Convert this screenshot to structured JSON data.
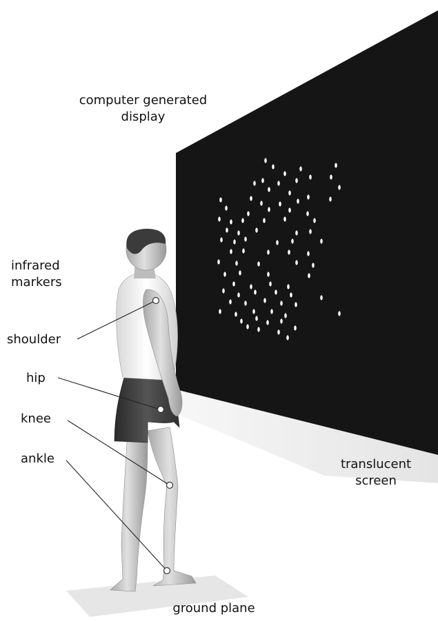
{
  "labels": {
    "display_line1": "computer generated",
    "display_line2": "display",
    "markers_line1": "infrared",
    "markers_line2": "markers",
    "shoulder": "shoulder",
    "hip": "hip",
    "knee": "knee",
    "ankle": "ankle",
    "screen_line1": "translucent",
    "screen_line2": "screen",
    "ground": "ground plane"
  },
  "colors": {
    "screen": "#151515",
    "screen_shadow": "#e9e9e9",
    "dots": "#ffffff",
    "ground": "#e6e6e6",
    "leader_lines": "#222222",
    "skin": "#c9c9c9",
    "shorts": "#3a3a3a",
    "shirt": "#f2f2f2",
    "hair": "#3b3b3b"
  }
}
